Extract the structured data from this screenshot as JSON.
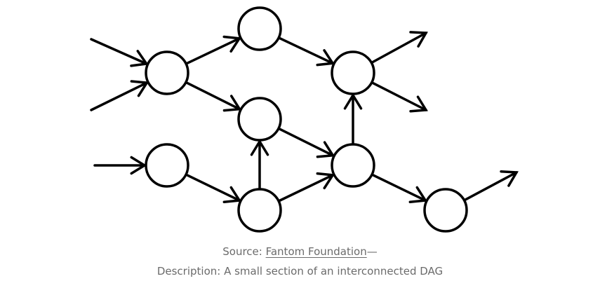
{
  "diagram": {
    "type": "directed-acyclic-graph",
    "stroke_color": "#000000",
    "nodes": [
      "n1",
      "n2",
      "n3",
      "n4",
      "n5",
      "n6",
      "n7",
      "n8"
    ],
    "edges": [
      [
        "in",
        "n1"
      ],
      [
        "in",
        "n1"
      ],
      [
        "in",
        "n4"
      ],
      [
        "n1",
        "n2"
      ],
      [
        "n1",
        "n3"
      ],
      [
        "n2",
        "n6"
      ],
      [
        "n3",
        "n7"
      ],
      [
        "n4",
        "n5"
      ],
      [
        "n5",
        "n3"
      ],
      [
        "n5",
        "n7"
      ],
      [
        "n7",
        "n6"
      ],
      [
        "n7",
        "n8"
      ],
      [
        "n6",
        "out"
      ],
      [
        "n6",
        "out"
      ],
      [
        "n8",
        "out"
      ]
    ]
  },
  "caption": {
    "source_prefix": "Source: ",
    "source_link": "Fantom Foundation",
    "source_suffix": "—",
    "description": "Description: A small section of an interconnected DAG",
    "text_color": "#6b6b6b"
  }
}
